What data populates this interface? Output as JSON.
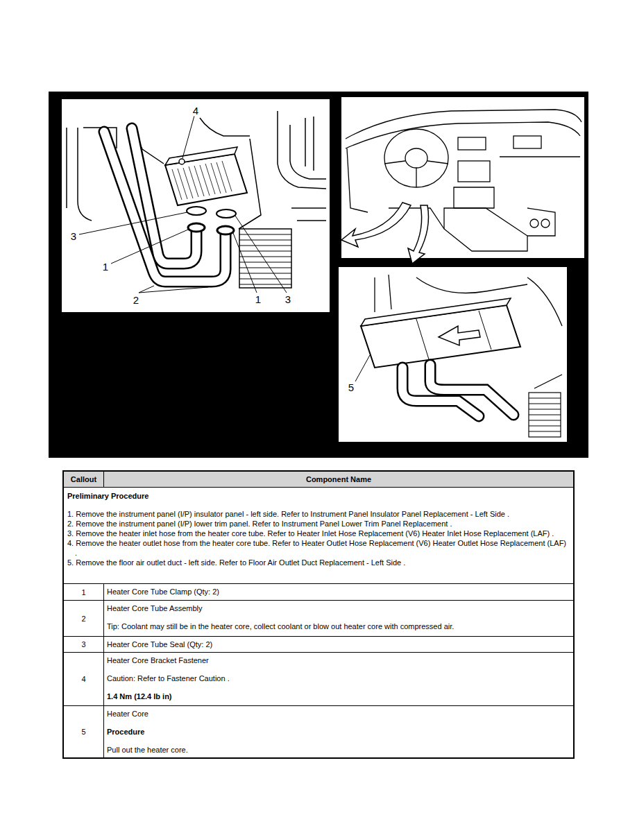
{
  "diagram": {
    "labels": [
      "4",
      "3",
      "1",
      "2",
      "1",
      "3",
      "5",
      "Callout",
      "Component Name",
      "Preliminary Procedure",
      "1. Remove the instrument panel (I/P) insulator panel - left side. Refer to Instrument Panel Insulator Panel Replacement - Left Side .",
      "2. Remove the instrument panel (I/P) lower trim panel. Refer to Instrument Panel Lower Trim Panel Replacement .",
      "3. Remove the heater inlet hose from the heater core tube. Refer to Heater Inlet Hose Replacement (V6) Heater Inlet Hose Replacement (LAF) .",
      "4. Remove the heater outlet hose from the heater core tube. Refer to Heater Outlet Hose Replacement (V6) Heater Outlet Hose Replacement (LAF) .",
      "5. Remove the floor air outlet duct - left side. Refer to Floor Air Outlet Duct Replacement - Left Side .",
      "1",
      "Heater Core Tube Clamp (Qty: 2)",
      "2",
      "Heater Core Tube Assembly",
      "Tip: Coolant may still be in the heater core, collect coolant or blow out heater core with compressed air.",
      "3",
      "Heater Core Tube Seal (Qty: 2)",
      "4",
      "Heater Core Bracket Fastener",
      "Caution: Refer to Fastener Caution .",
      "1.4 Nm (12.4 lb in)",
      "5",
      "Heater Core",
      "Procedure",
      "Pull out the heater core."
    ]
  }
}
